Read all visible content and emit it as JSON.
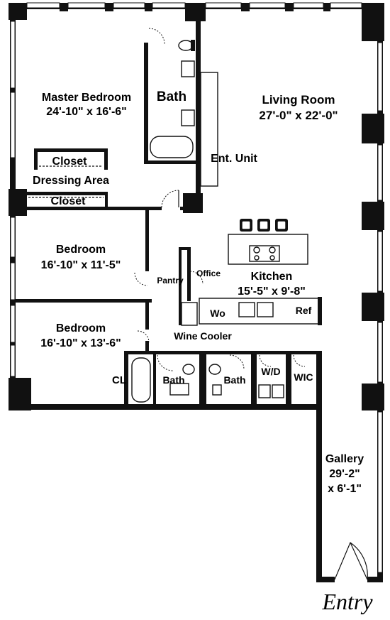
{
  "rooms": {
    "master_bedroom": {
      "name": "Master Bedroom",
      "size": "24'-10\" x 16'-6\""
    },
    "bath_master": {
      "name": "Bath"
    },
    "living_room": {
      "name": "Living Room",
      "size": "27'-0\" x 22'-0\""
    },
    "ent_unit": {
      "name": "Ent. Unit"
    },
    "closet_upper": {
      "name": "Closet"
    },
    "dressing_area": {
      "name": "Dressing Area"
    },
    "closet_lower": {
      "name": "Closet"
    },
    "bedroom_2": {
      "name": "Bedroom",
      "size": "16'-10\" x 11'-5\""
    },
    "pantry": {
      "name": "Pantry"
    },
    "office": {
      "name": "Office"
    },
    "kitchen": {
      "name": "Kitchen",
      "size": "15'-5\" x 9'-8\""
    },
    "wo": {
      "name": "Wo"
    },
    "ref": {
      "name": "Ref"
    },
    "wine_cooler": {
      "name": "Wine Cooler"
    },
    "bedroom_3": {
      "name": "Bedroom",
      "size": "16'-10\" x 13'-6\""
    },
    "cl": {
      "name": "CL"
    },
    "bath_2": {
      "name": "Bath"
    },
    "bath_3": {
      "name": "Bath"
    },
    "wd": {
      "name": "W/D"
    },
    "wic": {
      "name": "WIC"
    },
    "gallery": {
      "name": "Gallery",
      "size_line1": "29'-2\"",
      "size_line2": "x 6'-1\""
    },
    "entry": {
      "name": "Entry"
    }
  }
}
